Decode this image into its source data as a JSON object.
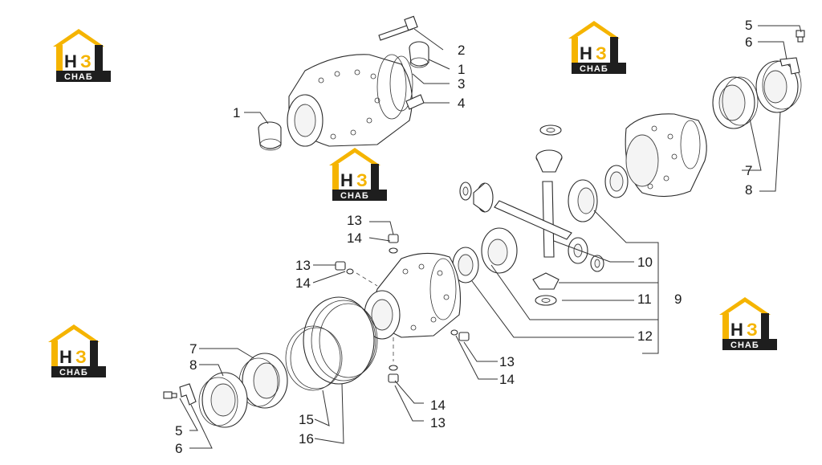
{
  "logo": {
    "letter_1": "Н",
    "letter_2": "З",
    "caption": "СНАБ"
  },
  "callouts": [
    {
      "id": "c-2a",
      "text": "2"
    },
    {
      "id": "c-1a",
      "text": "1"
    },
    {
      "id": "c-3",
      "text": "3"
    },
    {
      "id": "c-4",
      "text": "4"
    },
    {
      "id": "c-1b",
      "text": "1"
    },
    {
      "id": "c-5a",
      "text": "5"
    },
    {
      "id": "c-6a",
      "text": "6"
    },
    {
      "id": "c-7a",
      "text": "7"
    },
    {
      "id": "c-8a",
      "text": "8"
    },
    {
      "id": "c-10",
      "text": "10"
    },
    {
      "id": "c-11",
      "text": "11"
    },
    {
      "id": "c-9",
      "text": "9"
    },
    {
      "id": "c-12",
      "text": "12"
    },
    {
      "id": "c-13a",
      "text": "13"
    },
    {
      "id": "c-14a",
      "text": "14"
    },
    {
      "id": "c-13b",
      "text": "13"
    },
    {
      "id": "c-14b",
      "text": "14"
    },
    {
      "id": "c-13c",
      "text": "13"
    },
    {
      "id": "c-14c",
      "text": "14"
    },
    {
      "id": "c-14d",
      "text": "14"
    },
    {
      "id": "c-13d",
      "text": "13"
    },
    {
      "id": "c-7b",
      "text": "7"
    },
    {
      "id": "c-8b",
      "text": "8"
    },
    {
      "id": "c-5b",
      "text": "5"
    },
    {
      "id": "c-6b",
      "text": "6"
    },
    {
      "id": "c-15",
      "text": "15"
    },
    {
      "id": "c-16",
      "text": "16"
    }
  ],
  "colors": {
    "logo_yellow": "#f5b400",
    "logo_dark": "#1e1e1e",
    "line": "#333333"
  }
}
